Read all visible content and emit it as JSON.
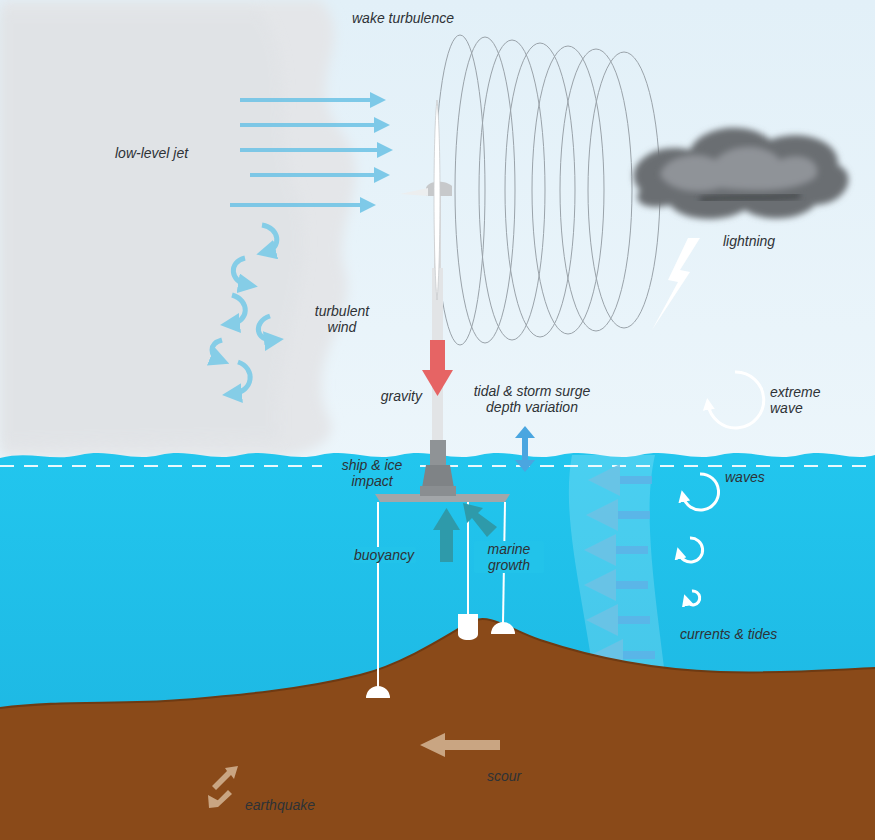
{
  "diagram": {
    "labels": [
      "low-level jet",
      "wake turbulence",
      "lightning",
      "turbulent wind",
      "gravity",
      "tidal & storm surge depth variation",
      "extreme wave",
      "ship & ice impact",
      "waves",
      "buoyancy",
      "marine growth",
      "currents & tides",
      "scour",
      "earthquake"
    ]
  }
}
